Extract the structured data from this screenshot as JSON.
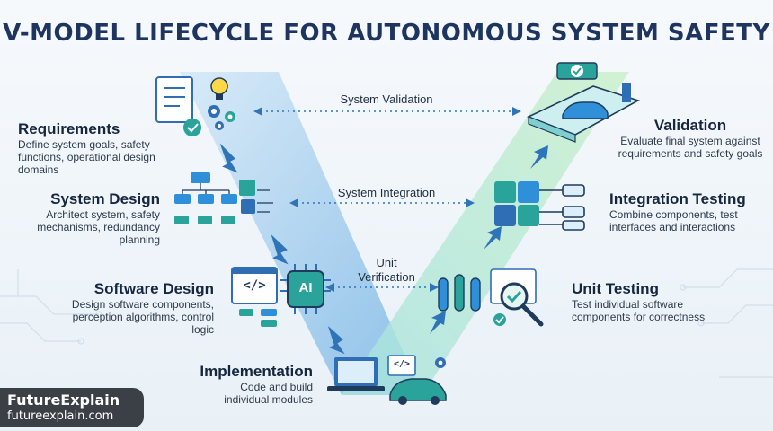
{
  "title": "V-MODEL LIFECYCLE FOR AUTONOMOUS SYSTEM SAFETY",
  "left_stages": [
    {
      "title": "Requirements",
      "desc": [
        "Define system goals, safety",
        "functions, operational design",
        "domains"
      ]
    },
    {
      "title": "System Design",
      "desc": [
        "Architect system, safety",
        "mechanisms, redundancy",
        "planning"
      ]
    },
    {
      "title": "Software Design",
      "desc": [
        "Design software components,",
        "perception algorithms, control",
        "logic"
      ]
    }
  ],
  "bottom_stage": {
    "title": "Implementation",
    "desc": [
      "Code and build",
      "individual modules"
    ]
  },
  "right_stages": [
    {
      "title": "Validation",
      "desc": [
        "Evaluate final system against",
        "requirements and safety goals"
      ]
    },
    {
      "title": "Integration Testing",
      "desc": [
        "Combine components, test",
        "interfaces and interactions"
      ]
    },
    {
      "title": "Unit Testing",
      "desc": [
        "Test individual software",
        "components for correctness"
      ]
    }
  ],
  "links": {
    "validation": "System Validation",
    "integration": "System Integration",
    "unit": [
      "Unit",
      "Verification"
    ]
  },
  "icons": {
    "ai_chip_label": "AI",
    "code_symbol": "</>"
  },
  "branding": {
    "name": "FutureExplain",
    "url": "futureexplain.com"
  },
  "colors": {
    "left_arm": "#7fb9e6",
    "right_arm": "#8fdcc0",
    "arrow": "#2f73b8",
    "title": "#1d3560",
    "icon_teal": "#2aa39a",
    "icon_blue": "#2f6eb5"
  }
}
